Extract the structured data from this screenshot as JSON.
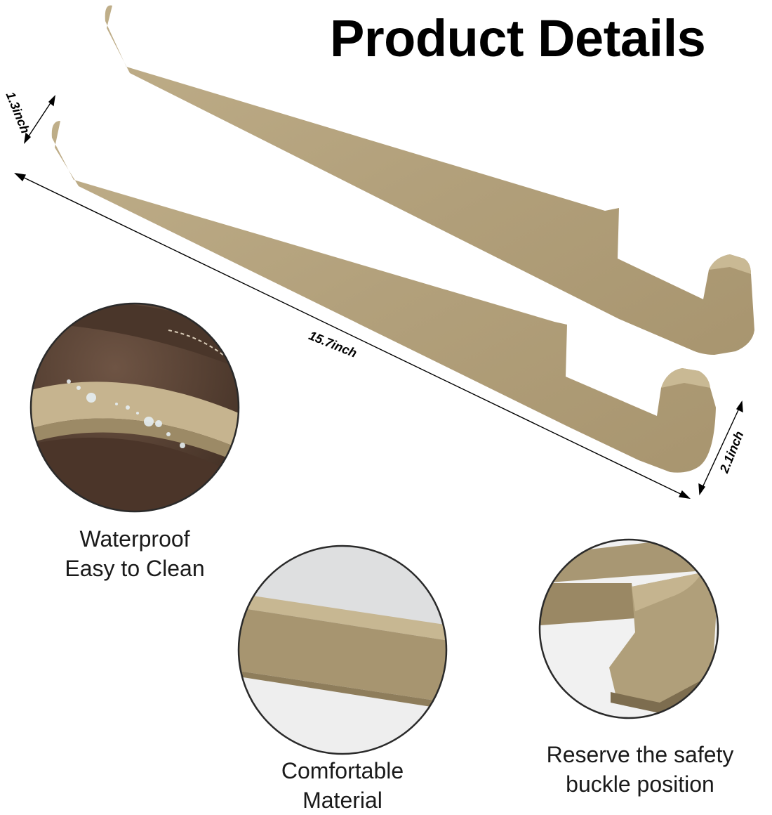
{
  "header": {
    "title": "Product Details"
  },
  "dimensions": {
    "length": "15.7inch",
    "top_width": "1.3inch",
    "side_height": "2.1inch"
  },
  "features": [
    {
      "line1": "Waterproof",
      "line2": "Easy to Clean",
      "icon": "waterproof-detail"
    },
    {
      "line1": "Comfortable",
      "line2": "Material",
      "icon": "material-detail"
    },
    {
      "line1": "Reserve the safety",
      "line2": "buckle position",
      "icon": "buckle-detail"
    }
  ],
  "colors": {
    "product": "#b3a07c",
    "product_shadow": "#9c8a66",
    "leather_brown": "#5d4537",
    "circle_border": "#2a2a2a"
  }
}
